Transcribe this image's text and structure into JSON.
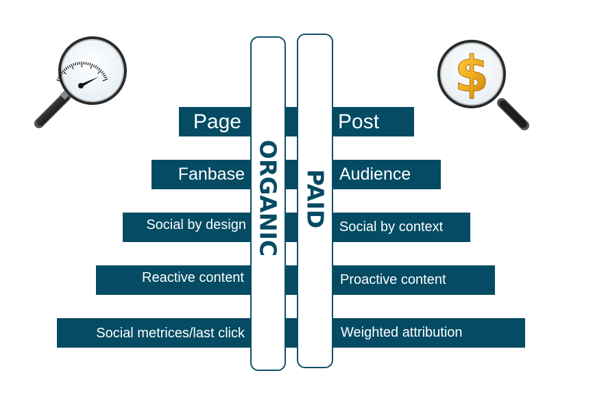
{
  "diagram": {
    "organic": {
      "title": "ORGANIC",
      "items": [
        "Page",
        "Fanbase",
        "Social by design",
        "Reactive content",
        "Social metrices/last click"
      ]
    },
    "paid": {
      "title": "PAID",
      "items": [
        "Post",
        "Audience",
        "Social by context",
        "Proactive content",
        "Weighted attribution"
      ]
    }
  },
  "icons": {
    "left": "magnifier-speedometer-icon",
    "right": "magnifier-dollar-icon",
    "dollar_glyph": "$"
  },
  "colors": {
    "bar": "#044b63",
    "pillar_border": "#0b4f66",
    "dollar": "#f2b01e"
  }
}
